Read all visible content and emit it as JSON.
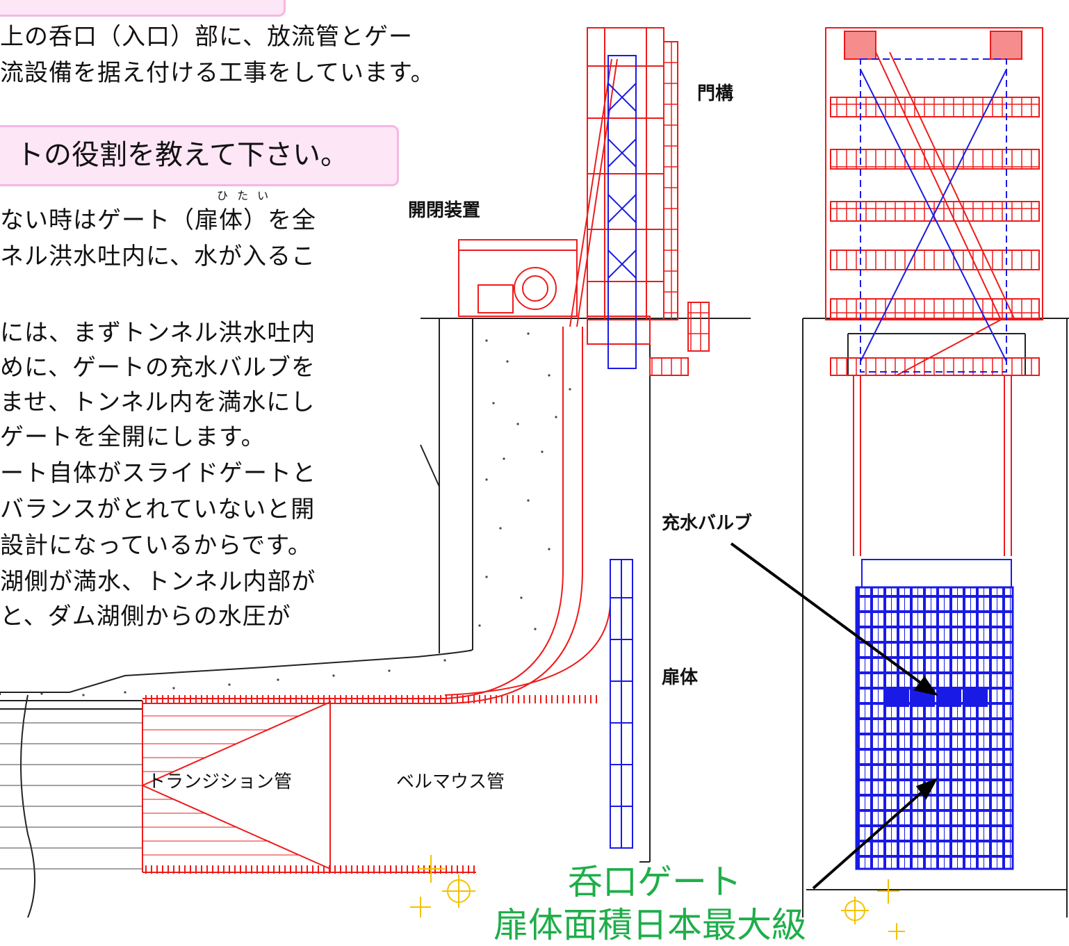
{
  "header_boxes": [
    {
      "text": ""
    },
    {
      "text": "トの役割を教えて下さい。"
    }
  ],
  "intro_lines": [
    "上の呑口（入口）部に、放流管とゲー",
    "流設備を据え付ける工事をしています。"
  ],
  "ruby": "ひ た い",
  "body_lines": [
    "ない時はゲート（扉体）を全",
    "ネル洪水吐内に、水が入るこ",
    "には、まずトンネル洪水吐内",
    "めに、ゲートの充水バルブを",
    "ませ、トンネル内を満水にし",
    "ゲートを全開にします。",
    "ート自体がスライドゲートと",
    "バランスがとれていないと開",
    "設計になっているからです。",
    "湖側が満水、トンネル内部が",
    "と、ダム湖側からの水圧が"
  ],
  "labels": {
    "gate_structure": "門構",
    "hoist": "開閉装置",
    "fill_valve": "充水バルブ",
    "leaf": "扉体",
    "transition_pipe": "トランジション管",
    "bellmouth_pipe": "ベルマウス管"
  },
  "caption": {
    "line1": "呑口ゲート",
    "line2": "扉体面積日本最大級"
  },
  "colors": {
    "red": "#ee1b1b",
    "blue": "#1a1ae6",
    "green": "#1fae4a",
    "pink_bg": "#fde6f6",
    "pink_border": "#f6b6e3",
    "sparkle": "#f2c200"
  }
}
